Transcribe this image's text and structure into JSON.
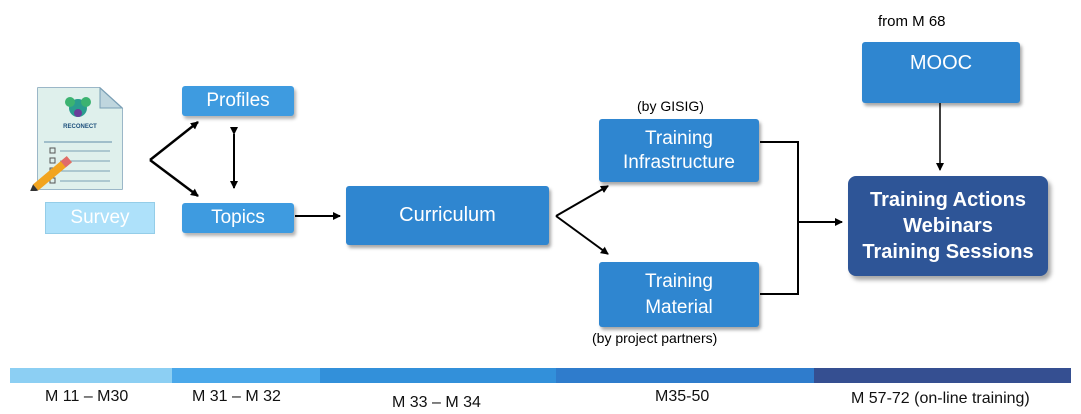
{
  "nodes": {
    "profiles": "Profiles",
    "topics": "Topics",
    "survey": "Survey",
    "curriculum": "Curriculum",
    "training_infrastructure": [
      "Training",
      "Infrastructure"
    ],
    "training_material": [
      "Training",
      "Material"
    ],
    "mooc": "MOOC",
    "training_actions": [
      "Training Actions",
      "Webinars",
      "Training Sessions"
    ]
  },
  "labels": {
    "by_gisig": "(by GISIG)",
    "by_partners": "(by project partners)",
    "from_m68": "from M 68"
  },
  "document_icon": {
    "logo_text": "RECONECT"
  },
  "timeline": {
    "segments": [
      {
        "label": "M 11 – M30",
        "color": "#8ccff3"
      },
      {
        "label": "M 31 – M 32",
        "color": "#4aa8ea"
      },
      {
        "label": "M 33 – M 34",
        "color": "#3290da"
      },
      {
        "label": "M35-50",
        "color": "#2f7ccc"
      },
      {
        "label": "M 57-72 (on-line training)",
        "color": "#354f91"
      }
    ]
  }
}
